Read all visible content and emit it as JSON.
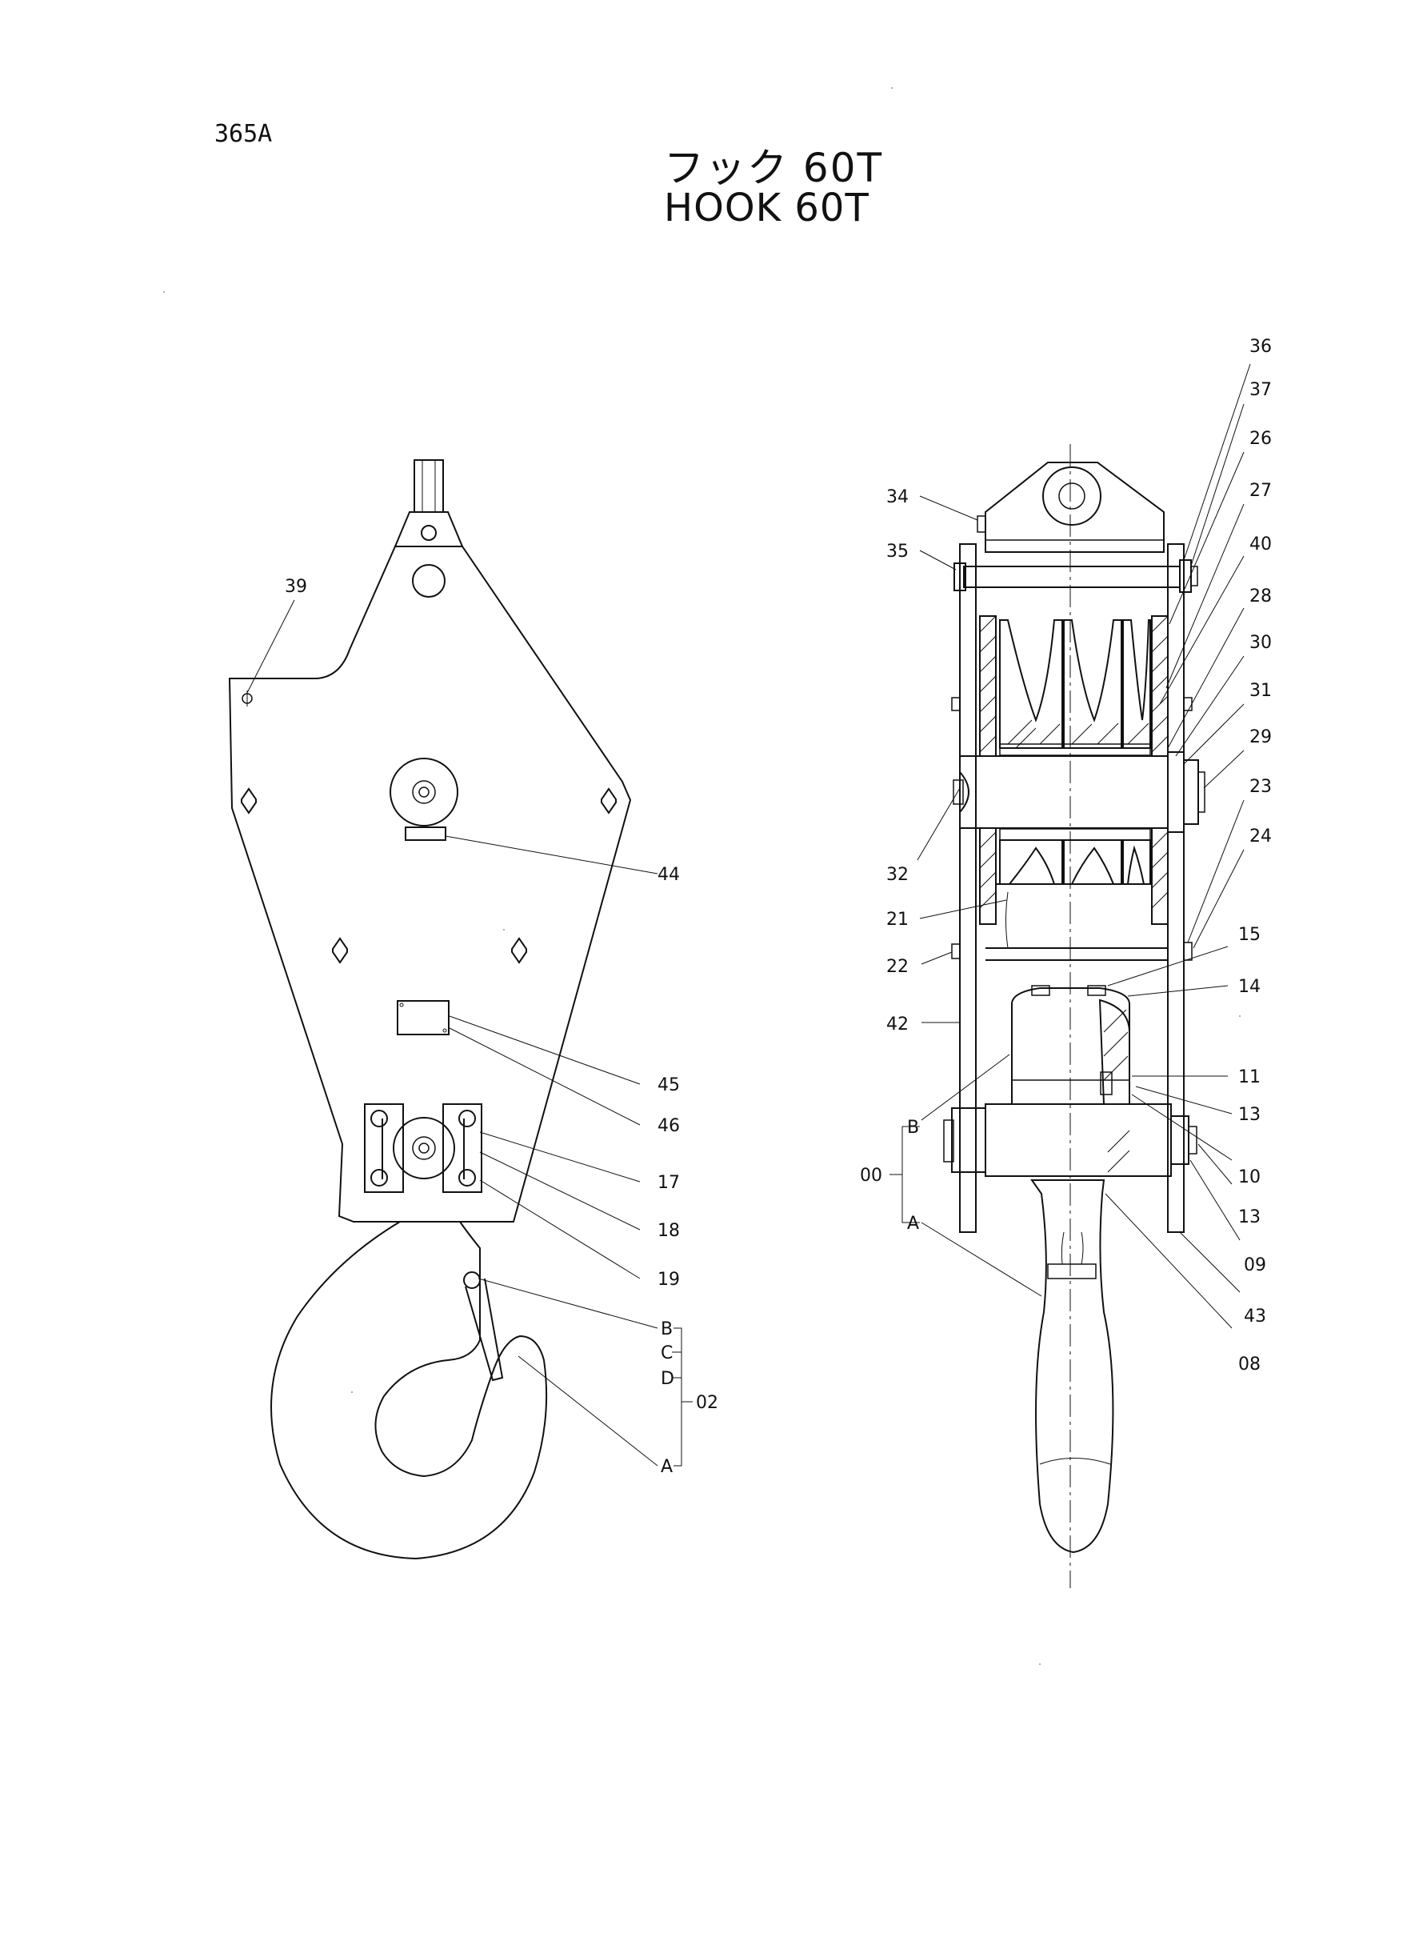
{
  "page_number": "365A",
  "title_jp": "フック 60T",
  "title_en": "HOOK 60T",
  "callouts": {
    "c36": "36",
    "c37": "37",
    "c26": "26",
    "c27": "27",
    "c40": "40",
    "c28": "28",
    "c30": "30",
    "c31": "31",
    "c29": "29",
    "c23": "23",
    "c24": "24",
    "c15": "15",
    "c14": "14",
    "c11": "11",
    "c13a": "13",
    "c10": "10",
    "c13b": "13",
    "c09": "09",
    "c43": "43",
    "c08": "08",
    "c34": "34",
    "c35": "35",
    "c32": "32",
    "c21": "21",
    "c22": "22",
    "c42": "42",
    "c00": "00",
    "c00B": "B",
    "c00A": "A",
    "c39": "39",
    "c44": "44",
    "c45": "45",
    "c46": "46",
    "c17": "17",
    "c18": "18",
    "c19": "19",
    "c02": "02",
    "c02B": "B",
    "c02C": "C",
    "c02D": "D",
    "c02A": "A"
  }
}
